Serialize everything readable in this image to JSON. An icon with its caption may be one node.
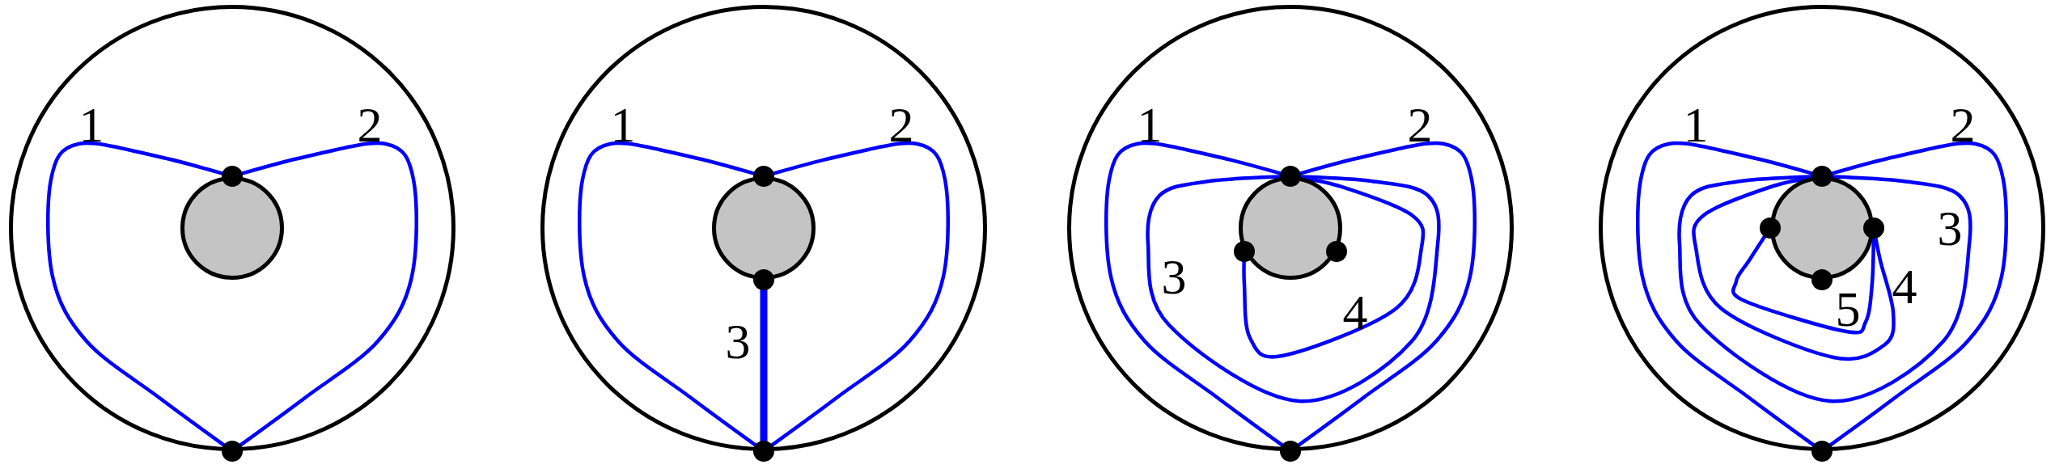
{
  "diagram": {
    "nodes": [
      {
        "text": [],
        "shape": "circle"
      },
      {
        "text": [],
        "shape": "circle",
        "in": 0
      },
      {
        "text": [],
        "shape": "dot",
        "in": 0
      },
      {
        "text": [],
        "shape": "dot"
      },
      {
        "text": [],
        "shape": "circle"
      },
      {
        "text": [],
        "shape": "circle",
        "in": 4
      },
      {
        "text": [],
        "shape": "dot",
        "in": 4
      },
      {
        "text": [],
        "shape": "dot",
        "in": 4
      },
      {
        "text": [],
        "shape": "dot"
      },
      {
        "text": [],
        "shape": "circle"
      },
      {
        "text": [],
        "shape": "circle",
        "in": 9
      },
      {
        "text": [],
        "shape": "dot",
        "in": 9
      },
      {
        "text": [],
        "shape": "dot",
        "in": 9
      },
      {
        "text": [],
        "shape": "dot",
        "in": 9
      },
      {
        "text": [],
        "shape": "dot"
      },
      {
        "text": [],
        "shape": "circle"
      },
      {
        "text": [],
        "shape": "circle",
        "in": 15
      },
      {
        "text": [],
        "shape": "dot",
        "in": 15
      },
      {
        "text": [],
        "shape": "dot",
        "in": 15
      },
      {
        "text": [],
        "shape": "dot",
        "in": 15
      },
      {
        "text": [],
        "shape": "dot",
        "in": 15
      },
      {
        "text": [],
        "shape": "dot"
      }
    ],
    "edges": [
      {
        "from": 2,
        "to": 3,
        "arrow": "none",
        "label": "1"
      },
      {
        "from": 2,
        "to": 3,
        "arrow": "none",
        "label": "2"
      },
      {
        "from": 6,
        "to": 8,
        "arrow": "none",
        "label": "1"
      },
      {
        "from": 6,
        "to": 8,
        "arrow": "none",
        "label": "2"
      },
      {
        "from": 7,
        "to": 8,
        "arrow": "none",
        "label": "3",
        "style": "thick"
      },
      {
        "from": 11,
        "to": 14,
        "arrow": "none",
        "label": "1"
      },
      {
        "from": 11,
        "to": 14,
        "arrow": "none",
        "label": "2"
      },
      {
        "from": 11,
        "to": 11,
        "arrow": "none",
        "label": "3"
      },
      {
        "from": 11,
        "to": 12,
        "arrow": "none",
        "label": "4"
      },
      {
        "from": 17,
        "to": 21,
        "arrow": "none",
        "label": "1"
      },
      {
        "from": 17,
        "to": 21,
        "arrow": "none",
        "label": "2"
      },
      {
        "from": 17,
        "to": 17,
        "arrow": "none",
        "label": "3"
      },
      {
        "from": 17,
        "to": 19,
        "arrow": "none",
        "label": "4"
      },
      {
        "from": 18,
        "to": 19,
        "arrow": "none",
        "label": "5"
      }
    ]
  }
}
